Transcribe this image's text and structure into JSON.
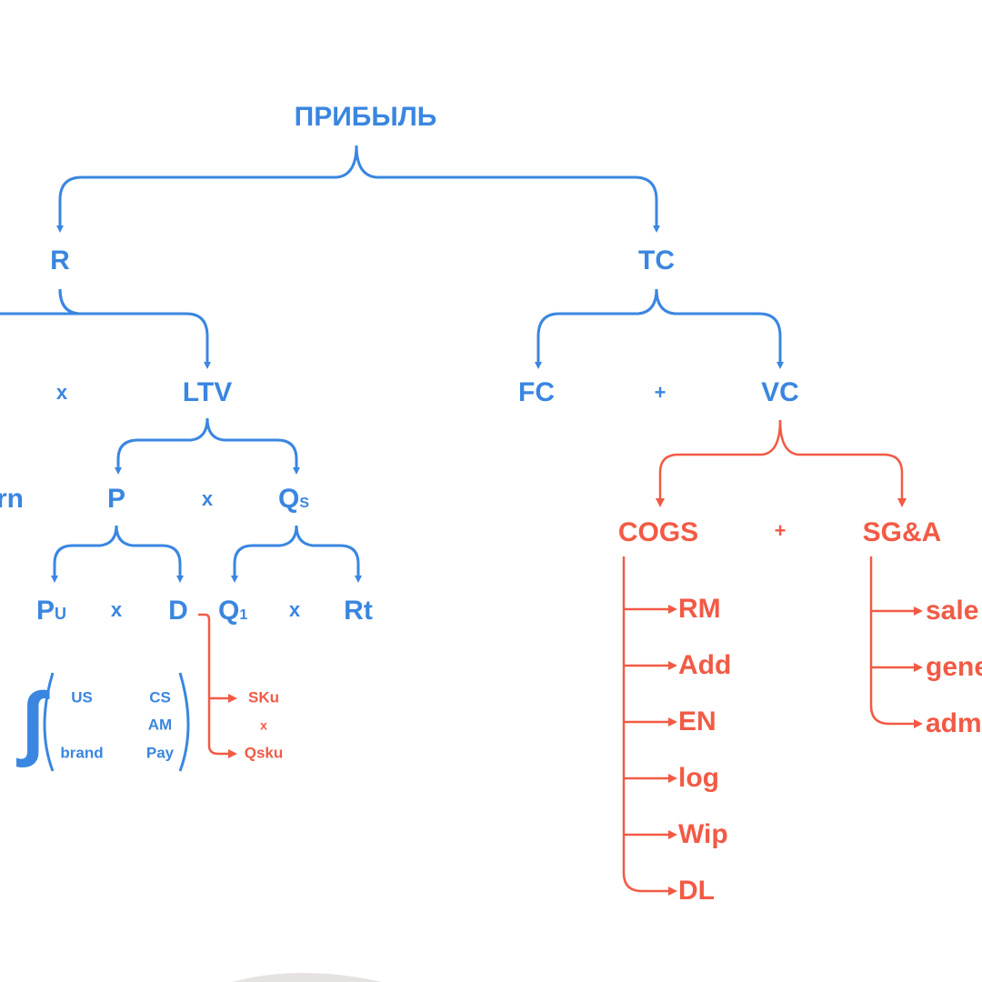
{
  "colors": {
    "blue": "#3a86e0",
    "red": "#f25a45"
  },
  "root": "ПРИБЫЛЬ",
  "revenue": {
    "label": "R",
    "left_fragment": "rn",
    "op": "x",
    "ltv": "LTV"
  },
  "ltv": {
    "p": "P",
    "op": "x",
    "qs_main": "Q",
    "qs_sub": "S"
  },
  "p": {
    "pu_main": "P",
    "pu_sub": "U",
    "op": "x",
    "d": "D"
  },
  "qs": {
    "q1_main": "Q",
    "q1_sub": "1",
    "op": "x",
    "rt": "Rt"
  },
  "formula": {
    "integral": "∫",
    "col1": [
      "US",
      "brand"
    ],
    "col2": [
      "CS",
      "AM",
      "Pay"
    ]
  },
  "d_breakdown": {
    "sku": "SKu",
    "op": "x",
    "qsku": "Qsku"
  },
  "costs": {
    "label": "TC",
    "fc": "FC",
    "op": "+",
    "vc": "VC"
  },
  "vc": {
    "cogs": "COGS",
    "op": "+",
    "sga": "SG&A"
  },
  "cogs_items": [
    "RM",
    "Add",
    "EN",
    "log",
    "Wip",
    "DL"
  ],
  "sga_items": [
    "sale",
    "gene",
    "adm"
  ]
}
